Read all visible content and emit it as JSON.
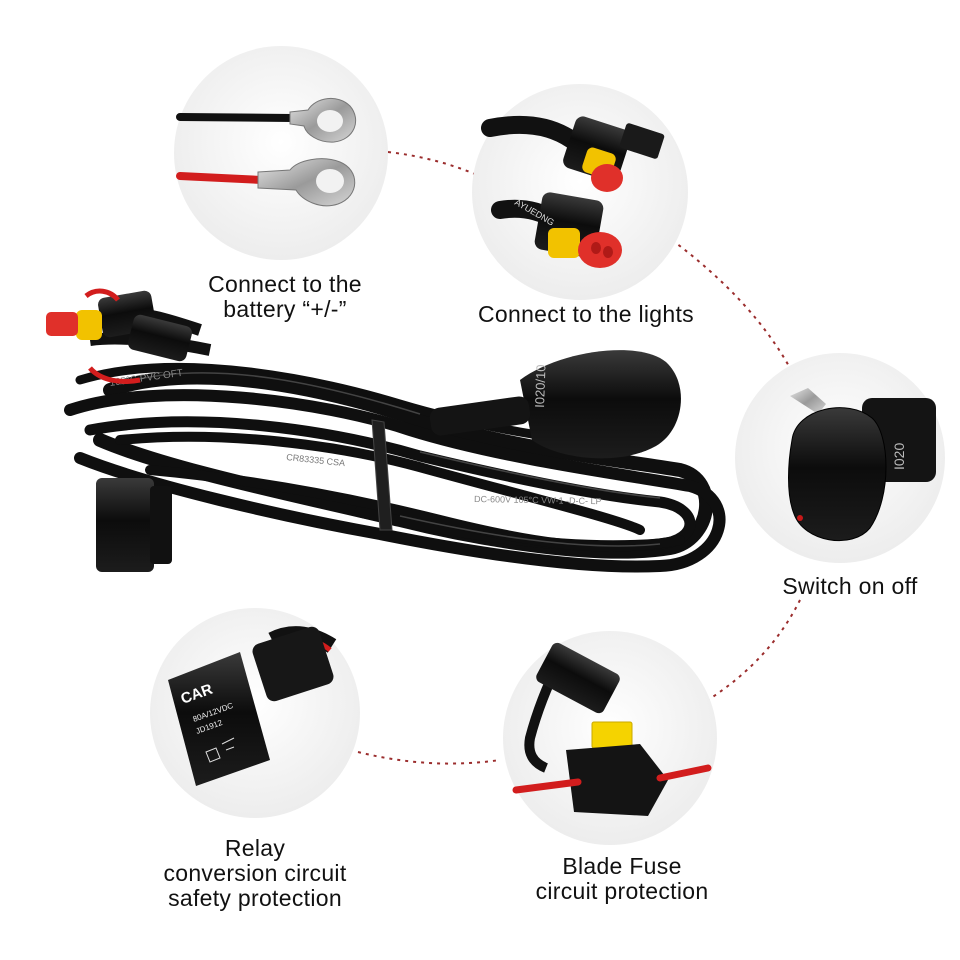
{
  "callouts": {
    "battery": {
      "line1": "Connect to the",
      "line2": "battery “+/-”"
    },
    "lights": {
      "label": "Connect to the lights"
    },
    "switch": {
      "label": "Switch on off"
    },
    "relay": {
      "line1": "Relay",
      "line2": "conversion circuit",
      "line3": "safety protection"
    },
    "fuse": {
      "line1": "Blade Fuse",
      "line2": "circuit protection"
    }
  },
  "printed_marks": {
    "switch_label": "I020/10",
    "switch_zoom_label": "I020",
    "relay_brand": "CAR",
    "relay_rating": "80A/12VDC",
    "relay_model": "JD1912",
    "connector_text": "AYUEDNG",
    "cable_print_1": "105°C PVC OFT",
    "cable_print_2": "DC-600V 105°C VW-1 -D-C- LP",
    "cable_print_3": "CR83335 CSA"
  },
  "colors": {
    "background": "#ffffff",
    "circle_fill": "#f2f2f2",
    "dotted_line": "#9b2d2d",
    "wire_black": "#111111",
    "wire_red": "#d21d1d",
    "connector_yellow": "#f2c200",
    "connector_red": "#e0302a",
    "fuse_yellow": "#f5d300",
    "switch_led": "#c81818"
  }
}
